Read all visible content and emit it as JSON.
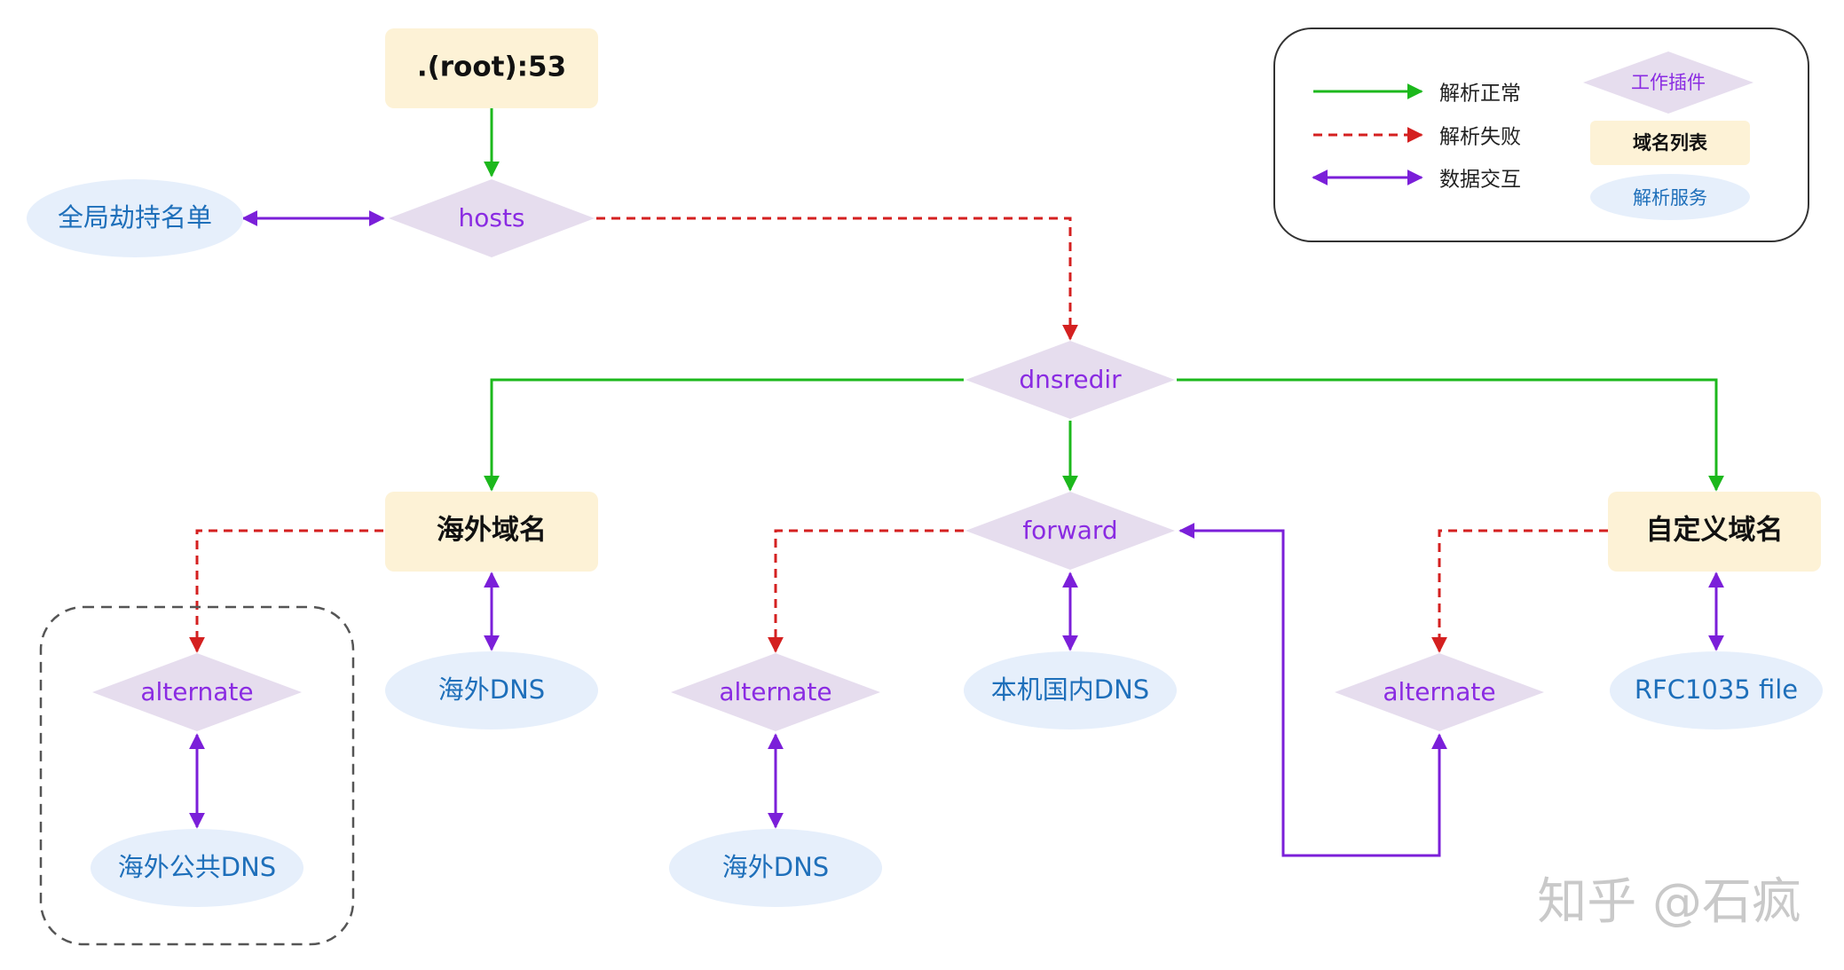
{
  "nodes": {
    "root": ".(root):53",
    "hosts": "hosts",
    "global_hijack": "全局劫持名单",
    "dnsredir": "dnsredir",
    "overseas_domains": "海外域名",
    "forward": "forward",
    "custom_domains": "自定义域名",
    "alternate_left": "alternate",
    "overseas_dns_1": "海外DNS",
    "alternate_mid": "alternate",
    "local_dns": "本机国内DNS",
    "alternate_right": "alternate",
    "rfc_file": "RFC1035 file",
    "overseas_public_dns": "海外公共DNS",
    "overseas_dns_2": "海外DNS"
  },
  "legend": {
    "normal": "解析正常",
    "failed": "解析失败",
    "data": "数据交互",
    "plugin": "工作插件",
    "domain_list": "域名列表",
    "service": "解析服务"
  },
  "watermark": "知乎 @石疯",
  "colors": {
    "normal": "#1cb81c",
    "failed": "#d42020",
    "data": "#7b1fd9",
    "plugin_fill": "#e6ddee",
    "domain_fill": "#fdf2d6",
    "service_fill": "#e6effb",
    "plugin_text": "#8a2be2",
    "service_text": "#1e6fba"
  }
}
